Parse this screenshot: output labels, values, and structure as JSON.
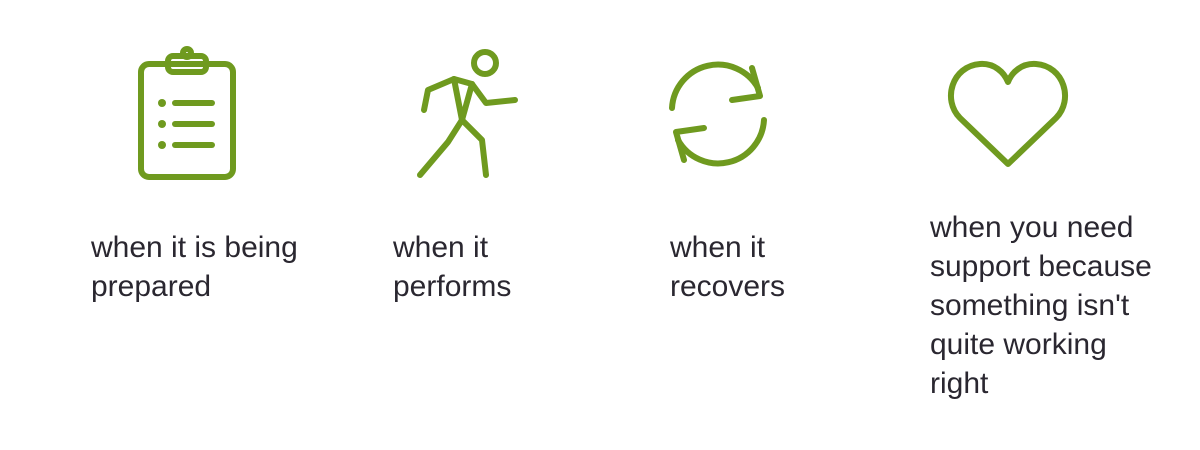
{
  "theme": {
    "icon_color": "#6f9a1f",
    "text_color": "#2a2730",
    "background": "#ffffff"
  },
  "items": [
    {
      "icon": "clipboard-checklist-icon",
      "lines": [
        "when it is being",
        "prepared"
      ]
    },
    {
      "icon": "running-person-icon",
      "lines": [
        "when it",
        "performs"
      ]
    },
    {
      "icon": "refresh-cycle-icon",
      "lines": [
        "when it",
        "recovers"
      ]
    },
    {
      "icon": "heart-icon",
      "lines": [
        "when you need",
        "support because",
        "something isn't",
        "quite working",
        "right"
      ]
    }
  ]
}
